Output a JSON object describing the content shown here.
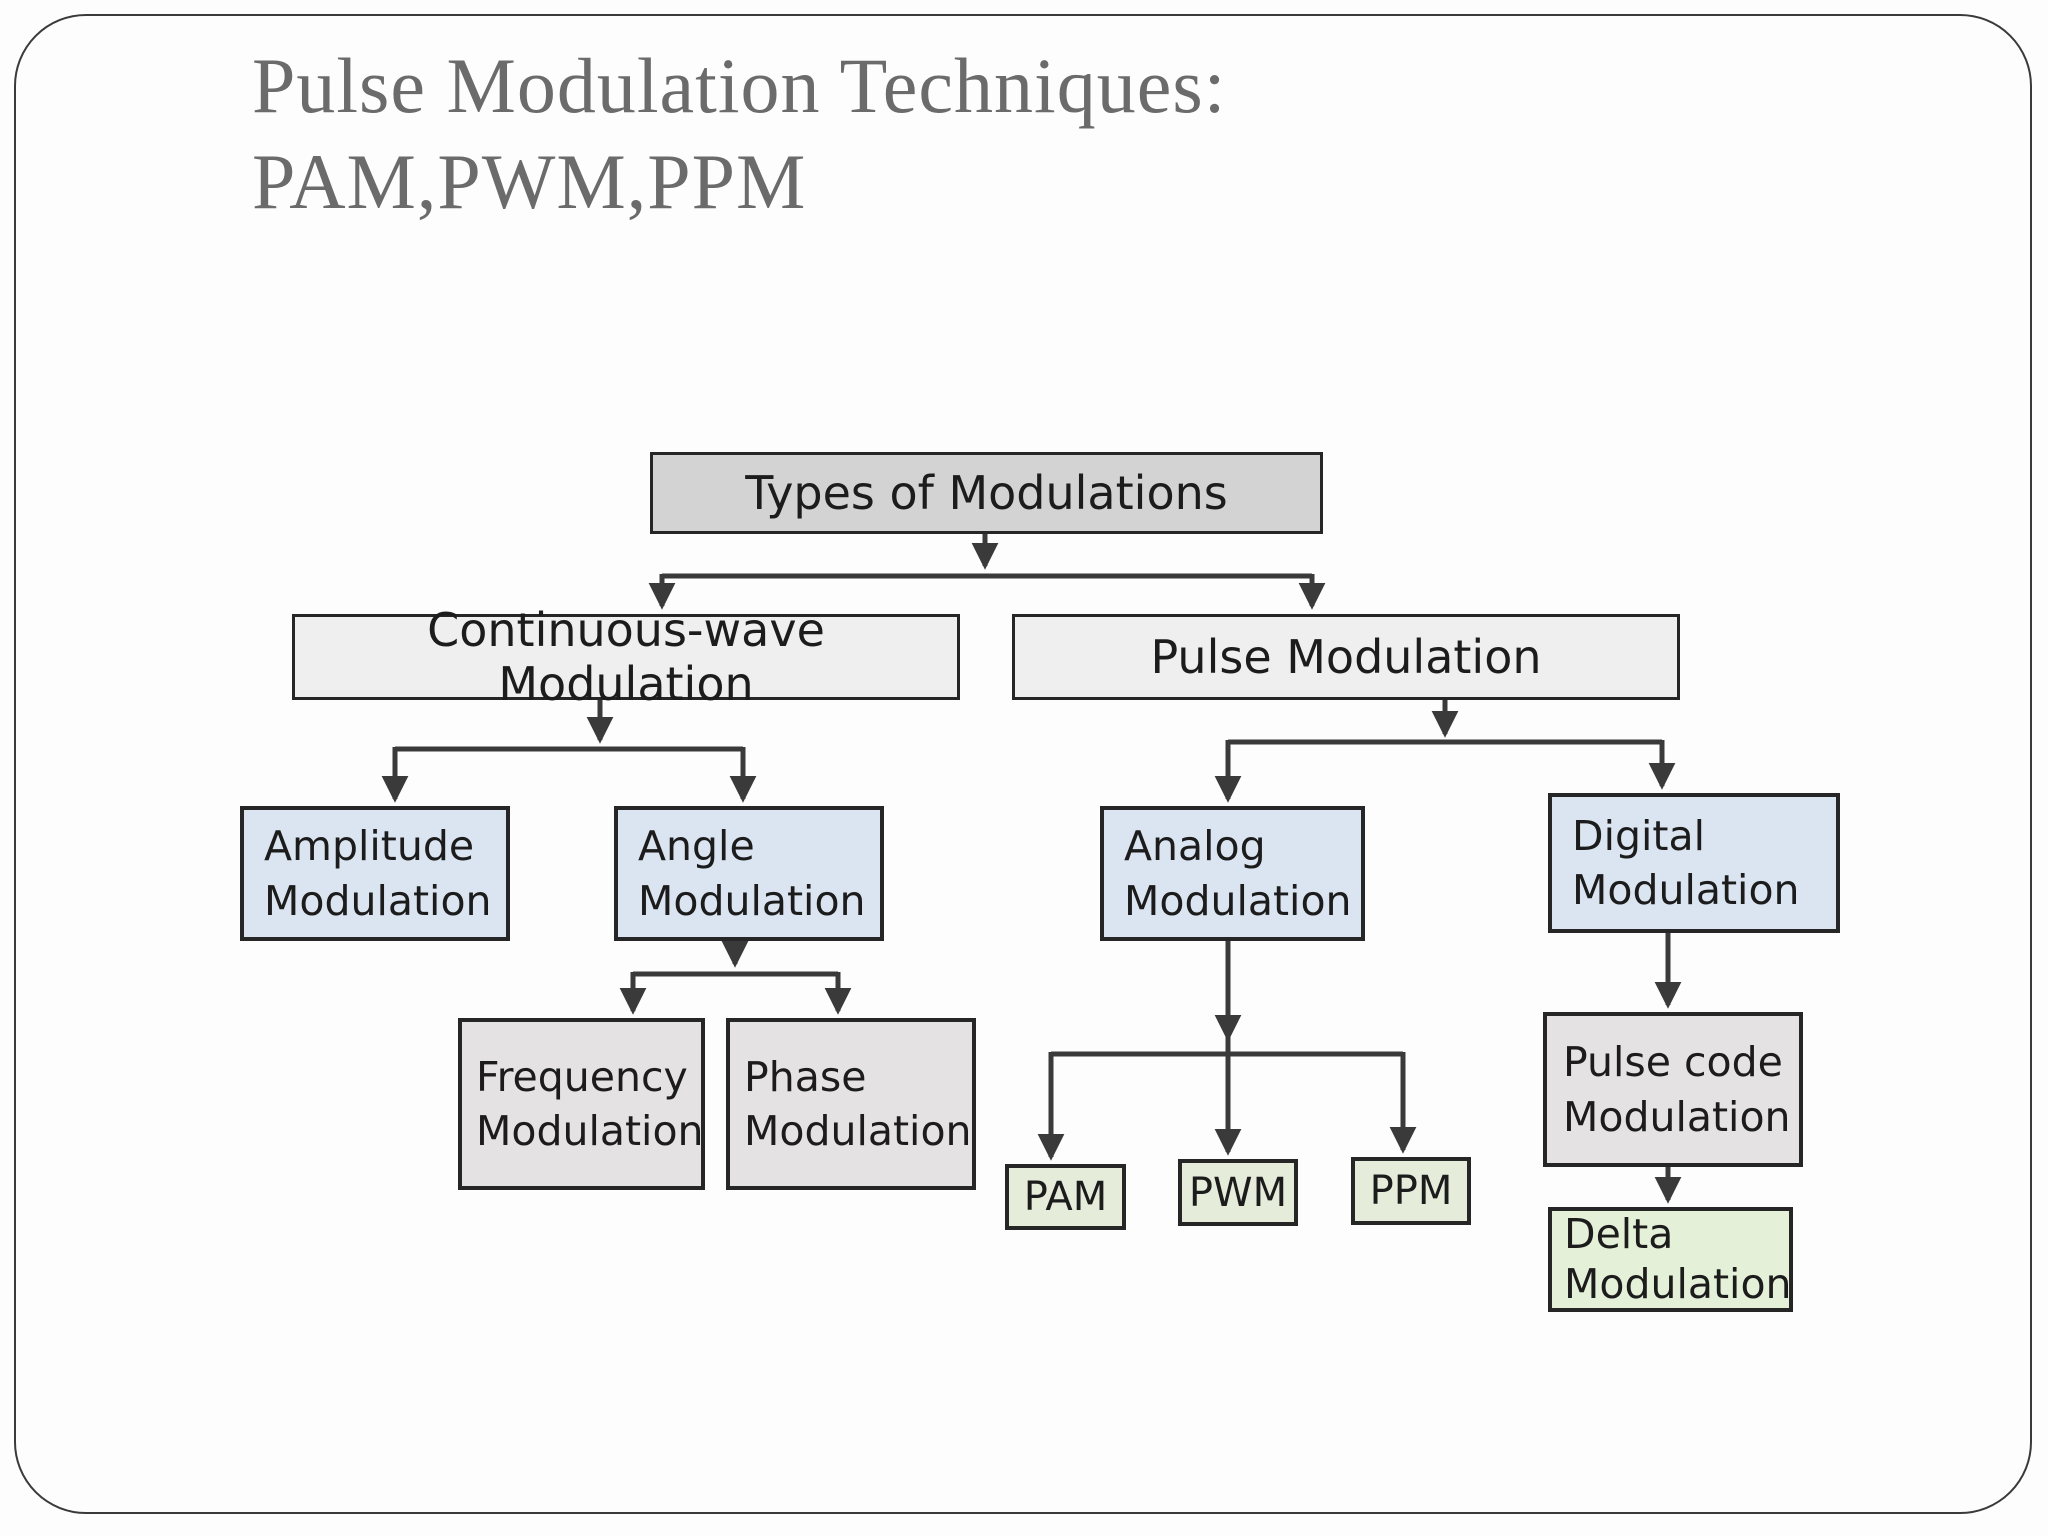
{
  "slide": {
    "title_line1": "Pulse Modulation Techniques:",
    "title_line2": "PAM,PWM,PPM"
  },
  "palette": {
    "root_fill": "#d3d3d3",
    "level2_fill": "#efefef",
    "blue_fill": "#dbe5f1",
    "gray_fill": "#e4e2e2",
    "green_fill": "#e5edda",
    "green_light_fill": "#e4f0d8",
    "border_color": "#262626",
    "line_color": "#3a3a3a",
    "title_color": "#6b6b6b",
    "text_color": "#1c1c1c"
  },
  "nodes": {
    "types": {
      "label": "Types of Modulations"
    },
    "cw": {
      "label": "Continuous-wave Modulation"
    },
    "pulse": {
      "label": "Pulse Modulation"
    },
    "amplitude": {
      "line1": "Amplitude",
      "line2": "Modulation"
    },
    "angle": {
      "line1": "Angle",
      "line2": "Modulation"
    },
    "analog": {
      "line1": "Analog",
      "line2": "Modulation"
    },
    "digital": {
      "line1": "Digital",
      "line2": "Modulation"
    },
    "frequency": {
      "line1": "Frequency",
      "line2": "Modulation"
    },
    "phase": {
      "line1": "Phase",
      "line2": "Modulation"
    },
    "pam": {
      "label": "PAM"
    },
    "pwm": {
      "label": "PWM"
    },
    "ppm": {
      "label": "PPM"
    },
    "pcm": {
      "line1": "Pulse code",
      "line2": "Modulation"
    },
    "delta": {
      "line1": "Delta",
      "line2": "Modulation"
    }
  },
  "edges": [
    {
      "from": "Types of Modulations",
      "to": "Continuous-wave Modulation"
    },
    {
      "from": "Types of Modulations",
      "to": "Pulse Modulation"
    },
    {
      "from": "Continuous-wave Modulation",
      "to": "Amplitude Modulation"
    },
    {
      "from": "Continuous-wave Modulation",
      "to": "Angle Modulation"
    },
    {
      "from": "Angle Modulation",
      "to": "Frequency Modulation"
    },
    {
      "from": "Angle Modulation",
      "to": "Phase Modulation"
    },
    {
      "from": "Pulse Modulation",
      "to": "Analog Modulation"
    },
    {
      "from": "Pulse Modulation",
      "to": "Digital Modulation"
    },
    {
      "from": "Analog Modulation",
      "to": "PAM"
    },
    {
      "from": "Analog Modulation",
      "to": "PWM"
    },
    {
      "from": "Analog Modulation",
      "to": "PPM"
    },
    {
      "from": "Digital Modulation",
      "to": "Pulse code Modulation"
    },
    {
      "from": "Pulse code Modulation",
      "to": "Delta Modulation"
    }
  ]
}
